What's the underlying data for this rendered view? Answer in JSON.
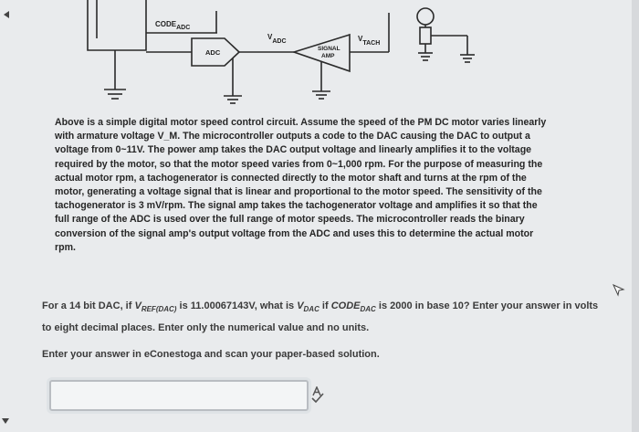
{
  "diagram": {
    "code_label": "CODE",
    "code_sub": "ADC",
    "adc_block": "ADC",
    "v_adc_main": "V",
    "v_adc_sub": "ADC",
    "signal_amp_line1": "SIGNAL",
    "signal_amp_line2": "AMP",
    "v_tach_main": "V",
    "v_tach_sub": "TACH"
  },
  "description": {
    "text": "Above is a simple digital motor speed control circuit.  Assume the speed of the PM DC motor varies linearly with armature voltage V_M.  The microcontroller outputs a code to the DAC causing the DAC to output a voltage from 0~11V.  The power amp takes the DAC output voltage and linearly amplifies it to the voltage required by the motor, so that the motor speed varies from 0~1,000 rpm.  For the purpose of measuring the actual motor rpm, a tachogenerator is connected directly to the motor shaft and turns at the rpm of the motor, generating a voltage signal that is linear and proportional to the motor speed.  The sensitivity of the tachogenerator is 3 mV/rpm.  The signal amp takes the tachogenerator voltage and amplifies it so that the full range of the ADC is used over the full range of motor speeds.  The microcontroller reads the binary conversion of the signal amp's output voltage from the ADC and uses this to determine the actual motor rpm."
  },
  "question": {
    "p1": "For a 14 bit DAC, if ",
    "vref_main": "V",
    "vref_sub": "REF(DAC)",
    "p2": " is 11.00067143V, what is ",
    "vdac_main": "V",
    "vdac_sub": "DAC",
    "p3": " if ",
    "code_main": "CODE",
    "code_sub": "DAC",
    "p4": " is 2000 in base 10?  Enter your answer in volts to eight decimal places.  Enter only the numerical value and no units."
  },
  "instruction": "Enter your answer in eConestoga and scan your paper-based solution.",
  "answer": {
    "value": ""
  },
  "icons": {
    "spell": "spell-check-icon",
    "cursor": "mouse-cursor-icon"
  }
}
